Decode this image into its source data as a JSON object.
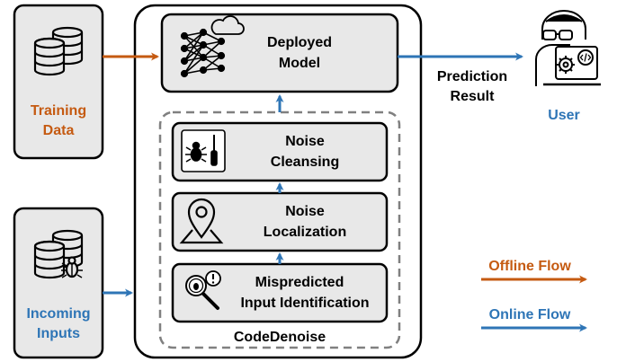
{
  "left": {
    "training": {
      "line1": "Training",
      "line2": "Data"
    },
    "incoming": {
      "line1": "Incoming",
      "line2": "Inputs"
    }
  },
  "center": {
    "deployed": {
      "line1": "Deployed",
      "line2": "Model"
    },
    "cleansing": {
      "line1": "Noise",
      "line2": "Cleansing"
    },
    "localization": {
      "line1": "Noise",
      "line2": "Localization"
    },
    "identification": {
      "line1": "Mispredicted",
      "line2": "Input Identification"
    },
    "group_label": "CodeDenoise"
  },
  "right": {
    "prediction": {
      "line1": "Prediction",
      "line2": "Result"
    },
    "user_label": "User"
  },
  "legend": {
    "offline": "Offline Flow",
    "online": "Online Flow"
  },
  "colors": {
    "offline": "#C55A11",
    "online": "#2E75B6",
    "box_fill": "#E8E8E8",
    "dash": "#808080"
  },
  "icons": {
    "training": "database-icon",
    "incoming": "database-bug-icon",
    "deployed": "neural-network-cloud-icon",
    "cleansing": "bug-tool-icon",
    "localization": "map-pin-icon",
    "identification": "magnifier-bug-icon",
    "user": "developer-user-icon"
  }
}
